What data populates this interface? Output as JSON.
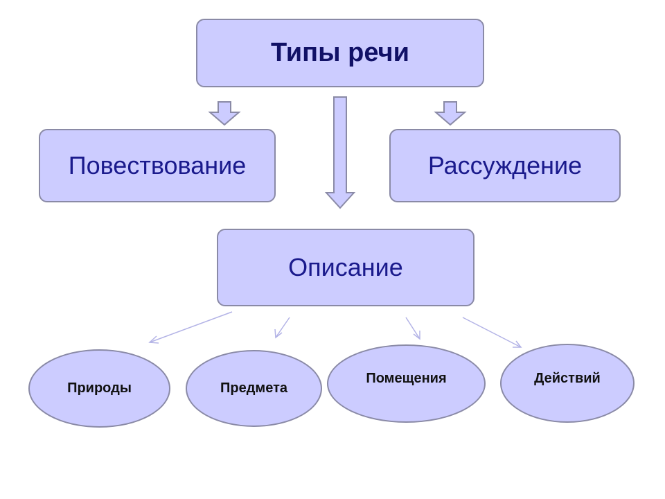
{
  "diagram": {
    "root": "Типы речи",
    "types": {
      "narration": "Повествование",
      "reasoning": "Рассуждение",
      "description": "Описание"
    },
    "description_kinds": [
      "Природы",
      "Предмета",
      "Помещения",
      "Действий"
    ]
  },
  "colors": {
    "box_fill": "#ccccff",
    "box_border": "#8a8aa6",
    "box_text": "#1a1a8c",
    "oval_text": "#111111",
    "arrow_line": "#b3b3e6"
  }
}
